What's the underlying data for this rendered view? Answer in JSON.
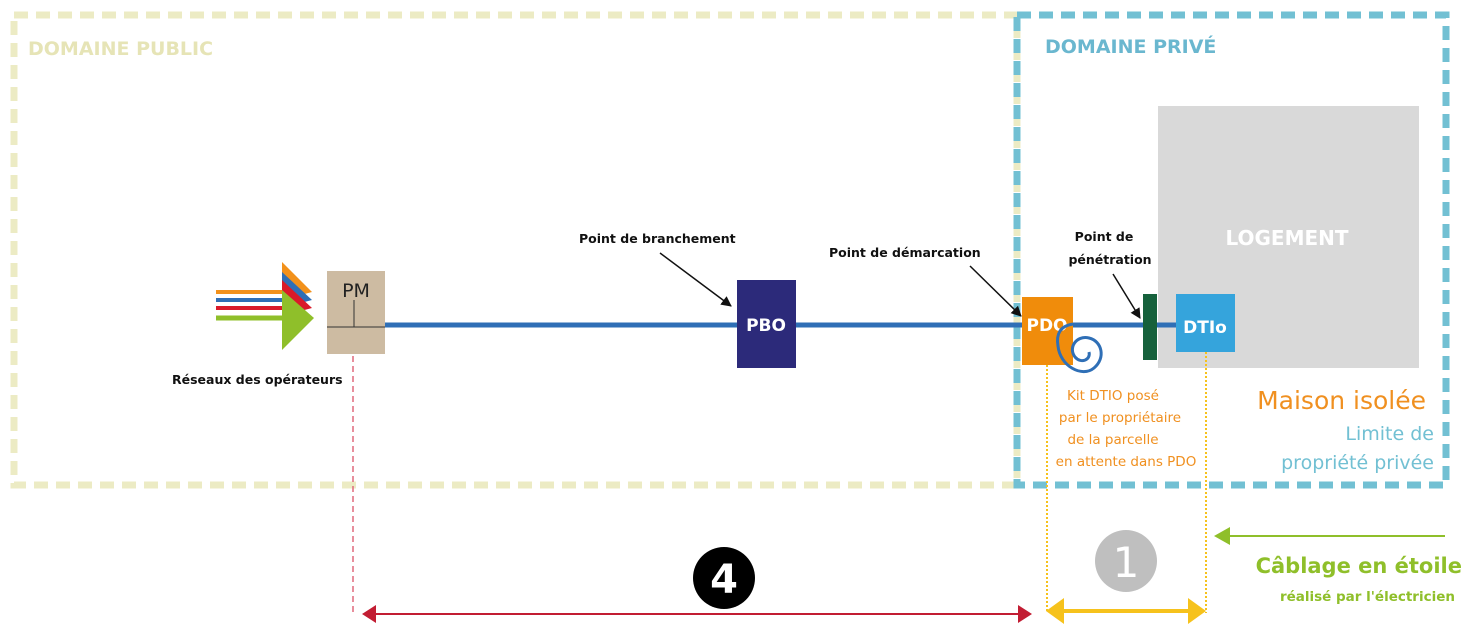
{
  "zones": {
    "public_label": "DOMAINE PUBLIC",
    "private_label": "DOMAINE PRIVÉ"
  },
  "nodes": {
    "pm": "PM",
    "pbo": "PBO",
    "pdo": "PDO",
    "dtio": "DTIo",
    "logement": "LOGEMENT"
  },
  "labels": {
    "reseaux": "Réseaux des opérateurs",
    "point_branchement": "Point de branchement",
    "point_demarcation": "Point de démarcation",
    "point_penetration_1": "Point de",
    "point_penetration_2": "pénétration"
  },
  "kit_note": [
    "Kit DTIO posé",
    "par le propriétaire",
    "de la parcelle",
    "en attente dans PDO"
  ],
  "legend": {
    "maison": "Maison isolée",
    "limite_1": "Limite de",
    "limite_2": "propriété privée",
    "cablage": "Câblage en étoile",
    "cablage_sub": "réalisé par l'électricien"
  },
  "markers": {
    "segment_4": "4",
    "segment_1": "1"
  },
  "colors": {
    "public_border": "#ecebc4",
    "public_text": "#e6e4b6",
    "private_border": "#72c0d3",
    "private_text": "#6ab7cf",
    "fiber": "#2f6fb6",
    "pm": "#cdbba2",
    "pbo": "#2c2a7a",
    "pdo": "#f08c0b",
    "dtio": "#35a4dc",
    "penetration": "#16613c",
    "logement": "#d9d9d9",
    "orange_text": "#f09020",
    "green": "#8fbf2a",
    "red": "#c21d33",
    "yellow": "#f6c21c",
    "grey_circle": "#bfbfbf"
  }
}
